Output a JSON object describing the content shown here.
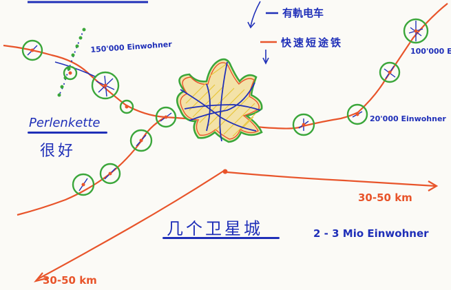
{
  "legend": {
    "tram_label": "有軌电车",
    "express_label": "快速短途铁"
  },
  "labels": {
    "pop_150k": "150'000 Einwohner",
    "pop_100k": "100'000 E",
    "pop_20k": "20'000 Einwohner",
    "perlenkette": "Perlenkette",
    "perlenkette_cn": "很好",
    "satellite_cities_cn": "几个卫星城",
    "pop_2_3m": "2 - 3 Mio Einwohner",
    "dist_right": "30-50 km",
    "dist_left": "30-50 km"
  },
  "colors": {
    "ink_blue": "#1f2fb8",
    "ink_red": "#e8542a",
    "ink_green": "#3aa63a",
    "ink_yellow": "#e8c63a"
  }
}
